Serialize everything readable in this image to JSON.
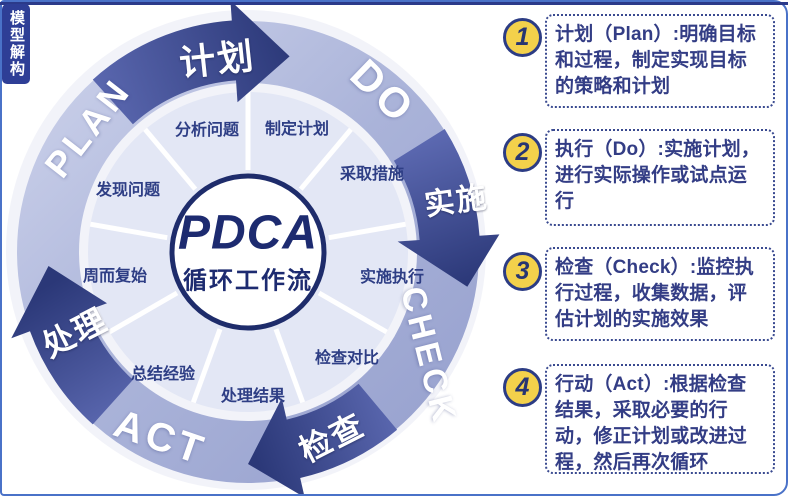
{
  "tab": {
    "label": "模型解构"
  },
  "wheel": {
    "center": {
      "title": "PDCA",
      "subtitle": "循环工作流"
    },
    "ring_words": [
      "PLAN",
      "DO",
      "CHECK",
      "ACT"
    ],
    "arrow_labels": [
      "计划",
      "实施",
      "检查",
      "处理"
    ],
    "segments": [
      "分析问题",
      "制定计划",
      "采取措施",
      "实施执行",
      "检查对比",
      "处理结果",
      "总结经验",
      "周而复始",
      "发现问题"
    ]
  },
  "panel": {
    "items": [
      {
        "number": "1",
        "lead": "计划（Plan）:",
        "body": "明确目标和过程，制定实现目标的策略和计划"
      },
      {
        "number": "2",
        "lead": "执行（Do）:",
        "body": "实施计划，进行实际操作或试点运行"
      },
      {
        "number": "3",
        "lead": "检查（Check）:",
        "body": "监控执行过程，收集数据，评估计划的实施效果"
      },
      {
        "number": "4",
        "lead": "行动（Act）:",
        "body": "根据检查结果，采取必要的行动，修正计划或改进过程，然后再次循环"
      }
    ]
  },
  "colors": {
    "arrow_navy": "#333e80",
    "ring_light": "#c9cfe9",
    "ring_dark": "#98a2cf",
    "segment_fill": "#e3e7f5",
    "text_navy": "#2e3e85",
    "center_border": "#1e2c6b",
    "badge_yellow": "#f3d14b",
    "frame_blue": "#4a72c8"
  }
}
